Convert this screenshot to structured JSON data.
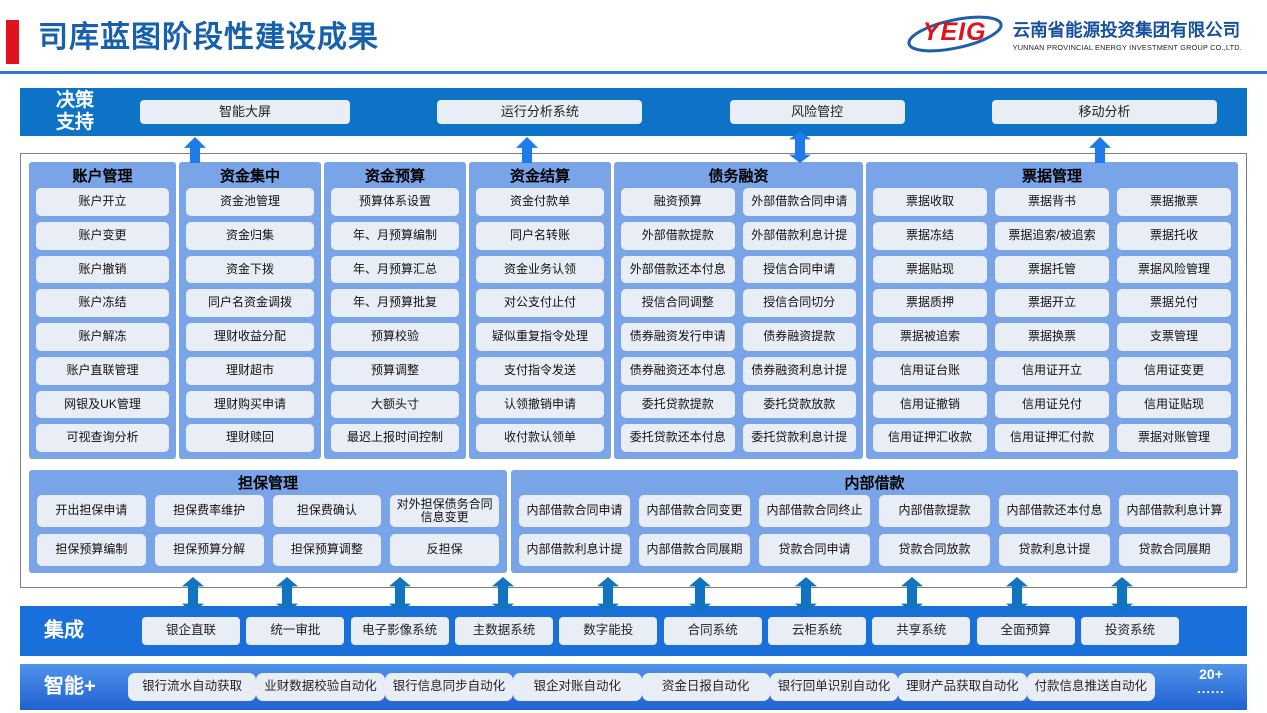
{
  "header": {
    "title": "司库蓝图阶段性建设成果",
    "logo_abbr": "YEIG",
    "company_cn": "云南省能源投资集团有限公司",
    "company_en": "YUNNAN PROVINCIAL ENERGY INVESTMENT GROUP CO.,LTD."
  },
  "decision_support": {
    "label_line1": "决策",
    "label_line2": "支持",
    "items": [
      "智能大屏",
      "运行分析系统",
      "风险管控",
      "移动分析"
    ]
  },
  "modules": [
    {
      "title": "账户管理",
      "items": [
        "账户开立",
        "账户变更",
        "账户撤销",
        "账户冻结",
        "账户解冻",
        "账户直联管理",
        "网银及UK管理",
        "可视查询分析"
      ]
    },
    {
      "title": "资金集中",
      "items": [
        "资金池管理",
        "资金归集",
        "资金下拨",
        "同户名资金调拨",
        "理财收益分配",
        "理财超市",
        "理财购买申请",
        "理财赎回"
      ]
    },
    {
      "title": "资金预算",
      "items": [
        "预算体系设置",
        "年、月预算编制",
        "年、月预算汇总",
        "年、月预算批复",
        "预算校验",
        "预算调整",
        "大额头寸",
        "最迟上报时间控制"
      ]
    },
    {
      "title": "资金结算",
      "items": [
        "资金付款单",
        "同户名转账",
        "资金业务认领",
        "对公支付止付",
        "疑似重复指令处理",
        "支付指令发送",
        "认领撤销申请",
        "收付款认领单"
      ]
    },
    {
      "title": "债务融资",
      "items": [
        "融资预算",
        "外部借款合同申请",
        "外部借款提款",
        "外部借款利息计提",
        "外部借款还本付息",
        "授信合同申请",
        "授信合同调整",
        "授信合同切分",
        "债券融资发行申请",
        "债券融资提款",
        "债券融资还本付息",
        "债券融资利息计提",
        "委托贷款提款",
        "委托贷款放款",
        "委托贷款还本付息",
        "委托贷款利息计提"
      ]
    },
    {
      "title": "票据管理",
      "items": [
        "票据收取",
        "票据背书",
        "票据撤票",
        "票据冻结",
        "票据追索/被追索",
        "票据托收",
        "票据贴现",
        "票据托管",
        "票据风险管理",
        "票据质押",
        "票据开立",
        "票据兑付",
        "票据被追索",
        "票据换票",
        "支票管理",
        "信用证台账",
        "信用证开立",
        "信用证变更",
        "信用证撤销",
        "信用证兑付",
        "信用证贴现",
        "信用证押汇收款",
        "信用证押汇付款",
        "票据对账管理"
      ]
    }
  ],
  "guarantee": {
    "title": "担保管理",
    "items": [
      "开出担保申请",
      "担保费率维护",
      "担保费确认",
      "对外担保债务合同信息变更",
      "担保预算编制",
      "担保预算分解",
      "担保预算调整",
      "反担保"
    ]
  },
  "internal_loan": {
    "title": "内部借款",
    "items": [
      "内部借款合同申请",
      "内部借款合同变更",
      "内部借款合同终止",
      "内部借款提款",
      "内部借款还本付息",
      "内部借款利息计算",
      "内部借款利息计提",
      "内部借款合同展期",
      "贷款合同申请",
      "贷款合同放款",
      "贷款利息计提",
      "贷款合同展期"
    ]
  },
  "integration": {
    "label": "集成",
    "items": [
      "银企直联",
      "统一审批",
      "电子影像系统",
      "主数据系统",
      "数字能投",
      "合同系统",
      "云柜系统",
      "共享系统",
      "全面预算",
      "投资系统"
    ]
  },
  "intelligence": {
    "label": "智能+",
    "items": [
      "银行流水自动获取",
      "业财数据校验自动化",
      "银行信息同步自动化",
      "银企对账自动化",
      "资金日报自动化",
      "银行回单识别自动化",
      "理财产品获取自动化",
      "付款信息推送自动化"
    ],
    "more_line1": "20+",
    "more_line2": "......"
  },
  "colors": {
    "title_blue": "#1760AE",
    "accent_red": "#E1121C",
    "decision_band_blue": "#0D73C6",
    "panel_light_blue": "#7AA4E8",
    "item_bg": "#E9EDF6",
    "integration_blue": "#1A70DA",
    "intelligence_gradient_top": "#4F93EA",
    "intelligence_gradient_bottom": "#2261D2",
    "arrow_blue": "#1E7BE8",
    "arrow_deep_blue": "#1273BE"
  }
}
